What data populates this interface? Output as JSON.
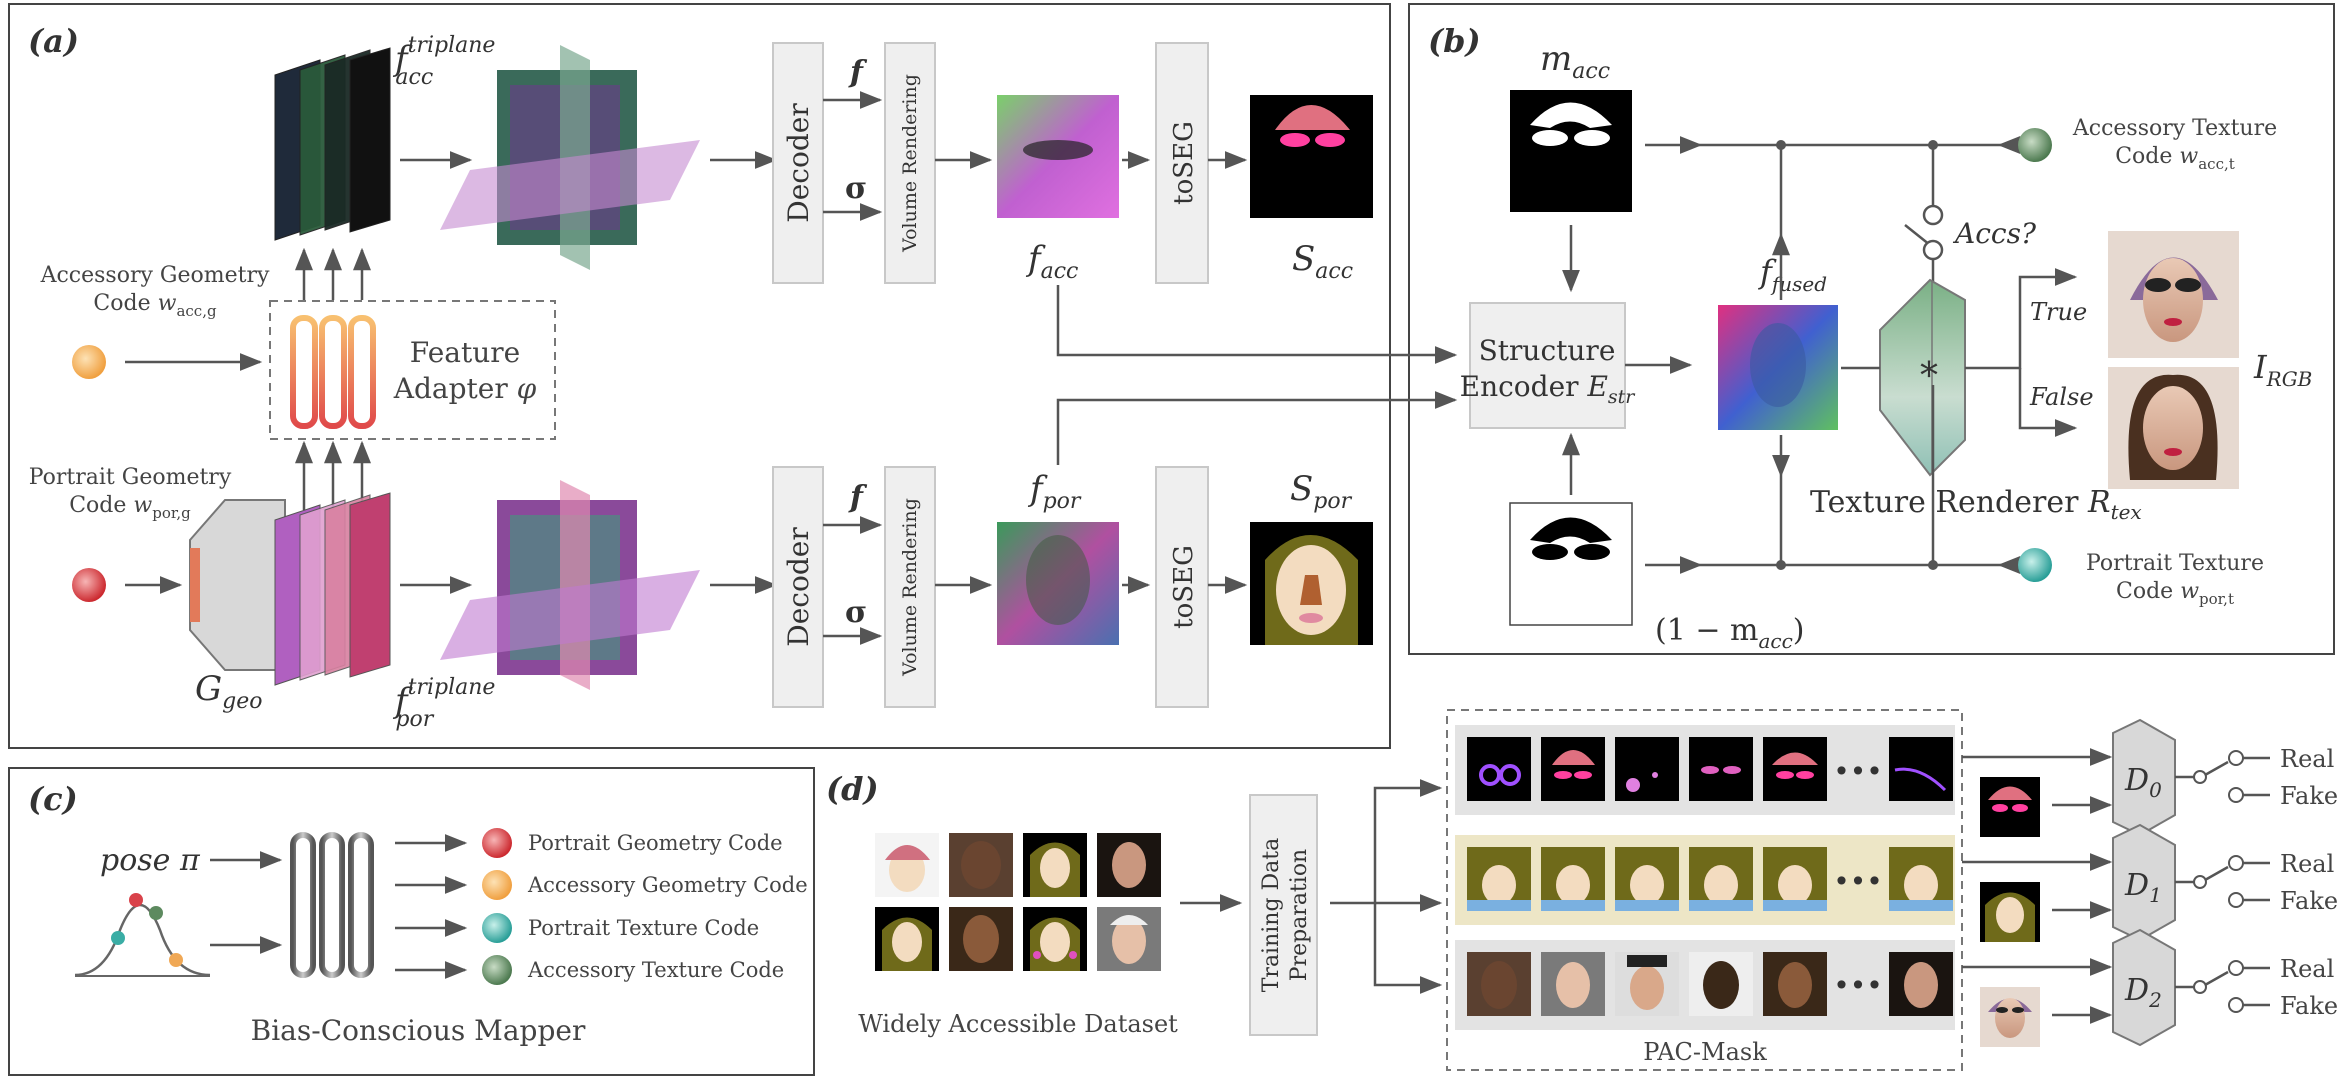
{
  "panels": {
    "a": "(a)",
    "b": "(b)",
    "c": "(c)",
    "d": "(d)"
  },
  "panel_a": {
    "f_acc_triplane": {
      "base": "f",
      "sup": "triplane",
      "sub": "acc"
    },
    "f_por_triplane": {
      "base": "f",
      "sup": "triplane",
      "sub": "por"
    },
    "accessory_geometry_code": {
      "line1": "Accessory Geometry",
      "line2": "Code",
      "w": "w",
      "w_sub": "acc,g"
    },
    "portrait_geometry_code": {
      "line1": "Portrait Geometry",
      "line2": "Code",
      "w": "w",
      "w_sub": "por,g"
    },
    "feature_adapter": {
      "line1": "Feature",
      "line2": "Adapter",
      "symbol": "φ"
    },
    "g_geo": {
      "base": "G",
      "sub": "geo"
    },
    "decoder": "Decoder",
    "f_symbol": "f",
    "sigma_symbol": "σ",
    "volume_rendering": "Volume Rendering",
    "to_seg": "toSEG",
    "f_acc": {
      "base": "f",
      "sub": "acc"
    },
    "f_por": {
      "base": "f",
      "sub": "por"
    },
    "s_acc": {
      "base": "S",
      "sub": "acc"
    },
    "s_por": {
      "base": "S",
      "sub": "por"
    }
  },
  "panel_b": {
    "m_acc": {
      "base": "m",
      "sub": "acc"
    },
    "one_minus_m_acc": {
      "prefix": "(1 − m",
      "sub": "acc",
      "suffix": ")"
    },
    "structure_encoder": {
      "line1": "Structure",
      "line2": "Encoder",
      "e": "E",
      "e_sub": "str"
    },
    "f_fused": {
      "base": "f",
      "sub": "fused"
    },
    "accs_question": "Accs?",
    "true_label": "True",
    "false_label": "False",
    "i_rgb": {
      "base": "I",
      "sub": "RGB"
    },
    "texture_renderer": {
      "label": "Texture Renderer",
      "r": "R",
      "r_sub": "tex"
    },
    "accessory_texture_code": {
      "line1": "Accessory Texture",
      "line2": "Code",
      "w": "w",
      "w_sub": "acc,t"
    },
    "portrait_texture_code": {
      "line1": "Portrait Texture",
      "line2": "Code",
      "w": "w",
      "w_sub": "por,t"
    },
    "asterisk": "*"
  },
  "panel_c": {
    "pose": "pose π",
    "outputs": [
      {
        "label": "Portrait Geometry Code",
        "color": "#d9424a"
      },
      {
        "label": "Accessory Geometry Code",
        "color": "#f0a855"
      },
      {
        "label": "Portrait Texture Code",
        "color": "#3aada5"
      },
      {
        "label": "Accessory Texture Code",
        "color": "#5d8a5f"
      }
    ],
    "title": "Bias-Conscious Mapper"
  },
  "panel_d": {
    "dataset_label": "Widely Accessible Dataset",
    "training_data_prep": {
      "line1": "Training Data",
      "line2": "Preparation"
    },
    "ellipsis": "•••",
    "pac_mask": "PAC-Mask",
    "discriminators": [
      {
        "base": "D",
        "sub": "0",
        "real": "Real",
        "fake": "Fake"
      },
      {
        "base": "D",
        "sub": "1",
        "real": "Real",
        "fake": "Fake"
      },
      {
        "base": "D",
        "sub": "2",
        "real": "Real",
        "fake": "Fake"
      }
    ]
  },
  "colors": {
    "accessory_geometry": "#f0a855",
    "portrait_geometry": "#d9424a",
    "accessory_texture": "#5d8a5f",
    "portrait_texture": "#3aada5",
    "box_fill": "#efefef",
    "box_stroke": "#c8c8c8",
    "arrow": "#555555"
  }
}
